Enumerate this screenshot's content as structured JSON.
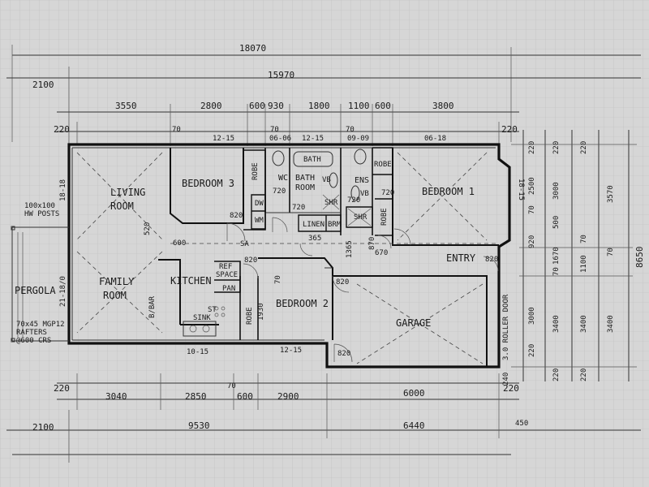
{
  "rooms": {
    "living": [
      "LIVING",
      "ROOM"
    ],
    "family": [
      "FAMILY",
      "ROOM"
    ],
    "kitchen": "KITCHEN",
    "bedroom1": "BEDROOM 1",
    "bedroom2": "BEDROOM 2",
    "bedroom3": "BEDROOM 3",
    "bath": [
      "BATH",
      "ROOM"
    ],
    "wc": "WC",
    "ens": "ENS",
    "entry": "ENTRY",
    "garage": "GARAGE",
    "pergola": "PERGOLA"
  },
  "fixtures": {
    "robe": "ROBE",
    "linen": "LINEN",
    "brm": "BRM",
    "ref_space": [
      "REF",
      "SPACE"
    ],
    "pan": "PAN",
    "sink": "SINK",
    "st": "ST",
    "bbar": "B/BAR",
    "sa": "SA",
    "bath_tub": "BATH",
    "shr": "SHR",
    "vb": "VB",
    "wm": "WM",
    "dw": "DW",
    "roller_door": "3.0 ROLLER DOOR"
  },
  "notes": {
    "posts": [
      "100x100",
      "HW POSTS"
    ],
    "rafters": [
      "70x45 MGP12",
      "RAFTERS",
      "@600 CRS"
    ],
    "side": "18-18",
    "pergola_side": "21-18/0"
  },
  "dims": {
    "top_total": "18070",
    "top_2100": "2100",
    "top_15970": "15970",
    "t3550": "3550",
    "t2800": "2800",
    "t600a": "600",
    "t930": "930",
    "t1800": "1800",
    "t1100": "1100",
    "t600b": "600",
    "t3800": "3800",
    "t220l": "220",
    "t70a": "70",
    "t70b": "70",
    "t70c": "70",
    "t220r": "220",
    "w1215a": "12-15",
    "w0606": "06-06",
    "w1215b": "12-15",
    "w0909": "09-09",
    "w0618": "06-18",
    "w1815": "18-15",
    "d720a": "720",
    "d720b": "720",
    "d720c": "720",
    "d720d": "720",
    "d820a": "820",
    "d820b": "820",
    "d820c": "820",
    "d820d": "820",
    "d820e": "820",
    "d365": "365",
    "d1365": "1365",
    "d870": "870",
    "d670": "670",
    "d600": "600",
    "d520": "520",
    "d70k": "70",
    "d1930": "1930",
    "b1015": "10-15",
    "b1215": "12-15",
    "bot_220": "220",
    "b3040": "3040",
    "b2850": "2850",
    "b70": "70",
    "b600": "600",
    "b2900": "2900",
    "b6000": "6000",
    "b220r": "220",
    "bot_2100": "2100",
    "b9530": "9530",
    "b6440": "6440",
    "b450": "450",
    "r220a": "220",
    "r2500": "2500",
    "r70a": "70",
    "r920": "920",
    "r500": "500",
    "r1670": "1670",
    "r70b": "70",
    "r3000": "3000",
    "r3400": "3400",
    "r220b": "220",
    "r220c": "220",
    "r3000b": "3000",
    "r70c": "70",
    "r3400b": "3400",
    "r240": "240",
    "r220d": "220",
    "r220e": "220",
    "r3570": "3570",
    "r3400c": "3400",
    "r70d": "70",
    "r1100": "1100",
    "r220f": "220",
    "r8650": "8650"
  }
}
